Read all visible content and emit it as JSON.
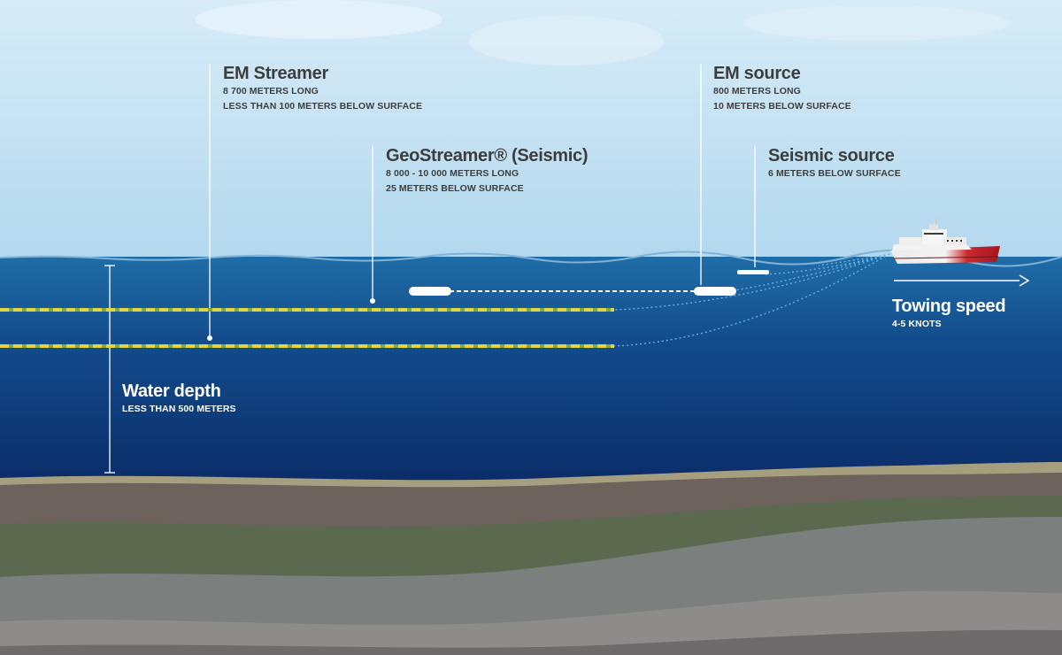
{
  "labels": {
    "em_streamer": {
      "title": "EM Streamer",
      "lines": [
        "8 700 METERS LONG",
        "LESS THAN 100 METERS BELOW SURFACE"
      ]
    },
    "geostreamer": {
      "title": "GeoStreamer® (Seismic)",
      "lines": [
        "8 000 - 10 000 METERS LONG",
        "25 METERS BELOW SURFACE"
      ]
    },
    "em_source": {
      "title": "EM source",
      "lines": [
        "800 METERS LONG",
        "10 METERS BELOW SURFACE"
      ]
    },
    "seismic_source": {
      "title": "Seismic source",
      "lines": [
        "6 METERS BELOW SURFACE"
      ]
    },
    "towing_speed": {
      "title": "Towing speed",
      "lines": [
        "4-5 KNOTS"
      ]
    },
    "water_depth": {
      "title": "Water depth",
      "lines": [
        "LESS THAN 500 METERS"
      ]
    }
  },
  "colors": {
    "sky": "#c5e2f3",
    "sea_surface": "#1f6fa8",
    "sea_deep": "#0c2d6e",
    "seabed": "#a69f7e",
    "streamer_yellow": "#e2d63a",
    "ship_hull": "#c8202a"
  }
}
